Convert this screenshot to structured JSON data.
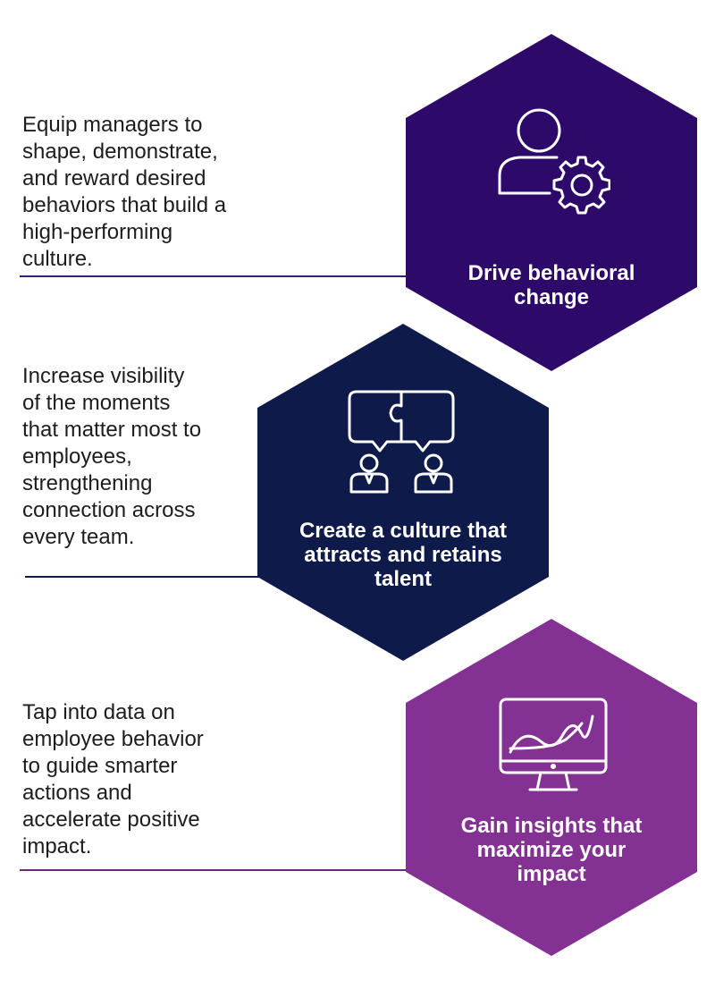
{
  "items": [
    {
      "description": "Equip managers to\nshape, demonstrate,\nand reward desired\nbehaviors that build a\nhigh-performing\nculture.",
      "title": "Drive behavioral\nchange",
      "color": "#2d0a6a",
      "icon": "person-gear-icon"
    },
    {
      "description": "Increase visibility\nof the moments\nthat matter most to\nemployees,\nstrengthening\nconnection across\nevery team.",
      "title": "Create a culture that\nattracts and retains\ntalent",
      "color": "#0e1a4a",
      "icon": "puzzle-conversation-icon"
    },
    {
      "description": "Tap into data on\nemployee behavior\nto guide smarter\nactions and\naccelerate positive\nimpact.",
      "title": "Gain insights that\nmaximize your\nimpact",
      "color": "#833192",
      "icon": "monitor-chart-icon"
    }
  ]
}
